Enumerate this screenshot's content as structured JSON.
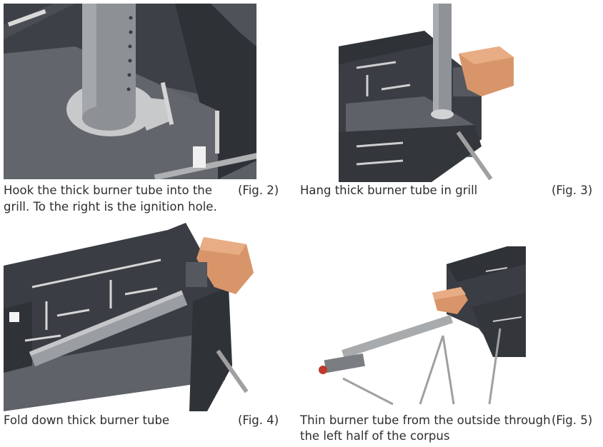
{
  "figures": [
    {
      "caption_lines": [
        "Hook the thick burner tube into the",
        "grill. To the right is the ignition hole."
      ],
      "label": "(Fig. 2)"
    },
    {
      "caption_lines": [
        "Hang thick burner tube in grill"
      ],
      "label": "(Fig. 3)"
    },
    {
      "caption_lines": [
        "Fold down thick burner tube"
      ],
      "label": "(Fig. 4)"
    },
    {
      "caption_lines": [
        "Thin burner tube from the outside through",
        "the left half of the corpus"
      ],
      "label": "(Fig. 5)"
    }
  ],
  "colors": {
    "metal_dark": "#3a3d43",
    "metal_mid": "#55585e",
    "metal_floor": "#5f6268",
    "tube": "#8f9296",
    "tube_light": "#c9cbcd",
    "ignition_box": "#d9956a",
    "rod": "#9a9a9a"
  }
}
